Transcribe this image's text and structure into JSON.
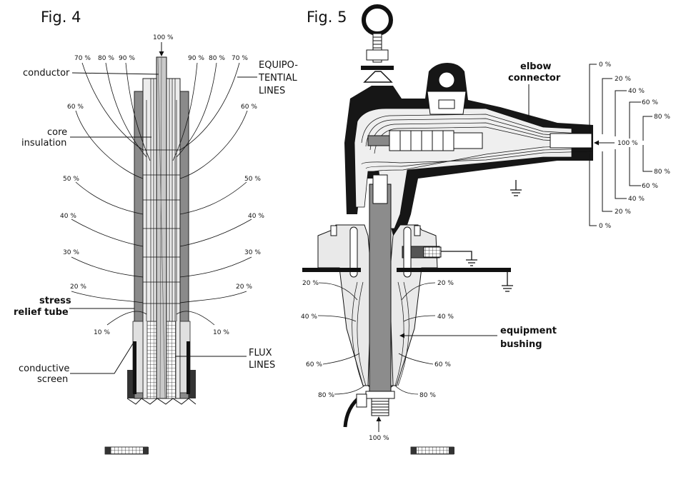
{
  "fig4": {
    "title": "Fig. 4",
    "labels": {
      "conductor": "conductor",
      "core_insulation_1": "core",
      "core_insulation_2": "insulation",
      "equipotential_1": "EQUIPO-",
      "equipotential_2": "TENTIAL",
      "equipotential_3": "LINES",
      "stress_relief_1": "stress",
      "stress_relief_2": "relief tube",
      "conductive_screen_1": "conductive",
      "conductive_screen_2": "screen",
      "flux_1": "FLUX",
      "flux_2": "LINES"
    },
    "percent_top": "100 %",
    "percent_left": [
      "70 %",
      "80 %",
      "90 %",
      "60 %",
      "50 %",
      "40 %",
      "30 %",
      "20 %",
      "10 %"
    ],
    "percent_right": [
      "90 %",
      "80 %",
      "70 %",
      "60 %",
      "50 %",
      "40 %",
      "30 %",
      "20 %",
      "10 %"
    ]
  },
  "fig5": {
    "title": "Fig. 5",
    "labels": {
      "elbow_1": "elbow",
      "elbow_2": "connector",
      "bushing_1": "equipment",
      "bushing_2": "bushing"
    },
    "scale_top": [
      "0 %",
      "20 %",
      "40 %",
      "60 %",
      "80 %"
    ],
    "scale_center": "100 %",
    "scale_bottom": [
      "80 %",
      "60 %",
      "40 %",
      "20 %",
      "0 %"
    ],
    "bushing_left": [
      "20 %",
      "40 %",
      "60 %",
      "80 %"
    ],
    "bushing_right": [
      "20 %",
      "40 %",
      "60 %",
      "80 %"
    ],
    "bottom_percent": "100 %"
  }
}
